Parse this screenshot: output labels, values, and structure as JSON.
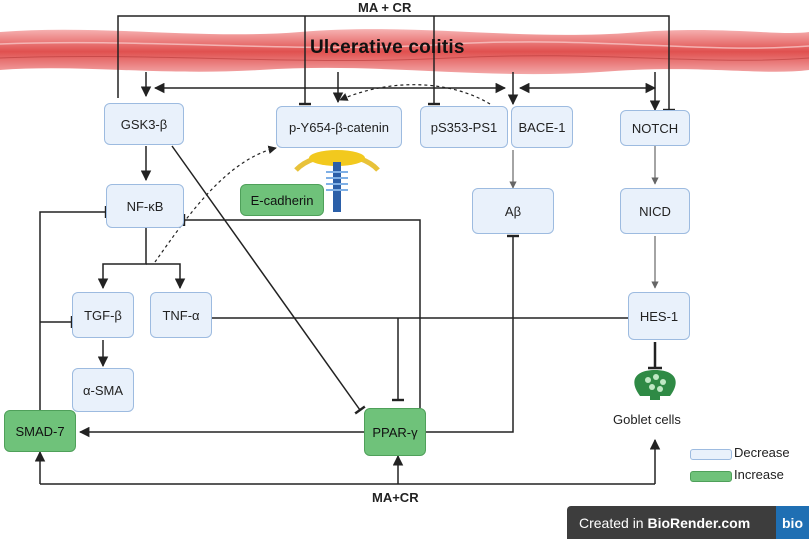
{
  "top_label": "MA  +  CR",
  "bottom_label": "MA+CR",
  "band_title": "Ulcerative colitis",
  "nodes": {
    "gsk3b": "GSK3-β",
    "py654": "p-Y654-β-catenin",
    "ps353": "pS353-PS1",
    "bace1": "BACE-1",
    "notch": "NOTCH",
    "ecadherin": "E-cadherin",
    "nfkb": "NF-κB",
    "abeta": "Aβ",
    "nicd": "NICD",
    "tgfb": "TGF-β",
    "tnfa": "TNF-α",
    "hes1": "HES-1",
    "asma": "α-SMA",
    "smad7": "SMAD-7",
    "pparg": "PPAR-γ",
    "goblet": "Goblet cells"
  },
  "legend": {
    "decrease": "Decrease",
    "increase": "Increase"
  },
  "watermark": {
    "prefix": "Created in ",
    "brand": "BioRender.com",
    "logo": "bio"
  },
  "colors": {
    "decrease_fill": "#e9f1fb",
    "decrease_border": "#9dbbe0",
    "increase_fill": "#6fc27a",
    "band": "#e05a5a"
  }
}
